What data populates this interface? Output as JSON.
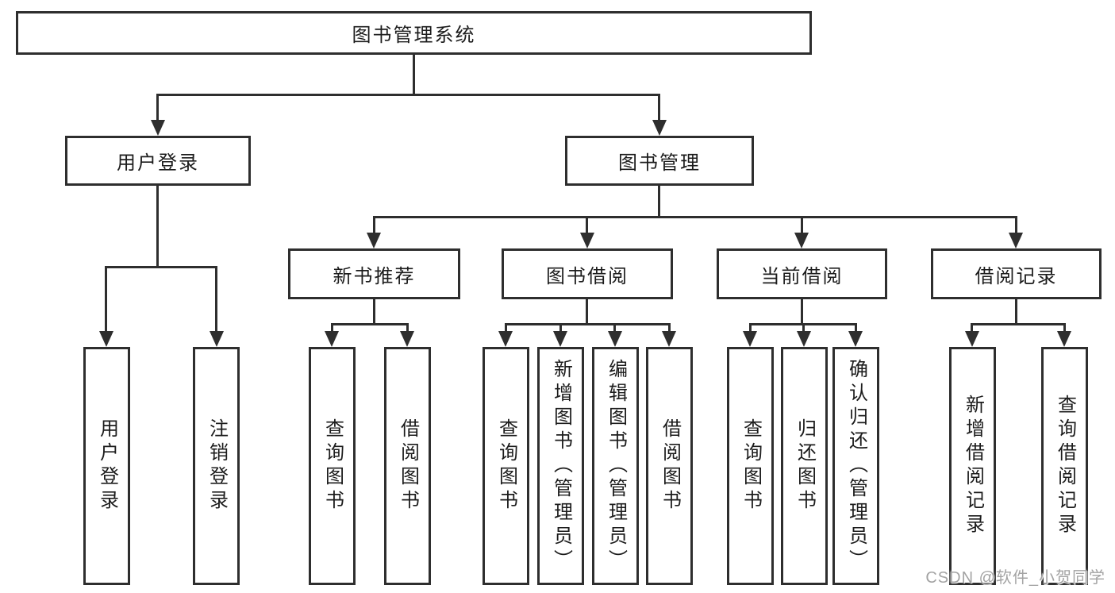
{
  "tree": {
    "root": {
      "label": "图书管理系统",
      "children": [
        {
          "label": "用户登录",
          "children": [
            {
              "label": "用户登录"
            },
            {
              "label": "注销登录"
            }
          ]
        },
        {
          "label": "图书管理",
          "children": [
            {
              "label": "新书推荐",
              "children": [
                {
                  "label": "查询图书"
                },
                {
                  "label": "借阅图书"
                }
              ]
            },
            {
              "label": "图书借阅",
              "children": [
                {
                  "label": "查询图书"
                },
                {
                  "label": "新增图书（管理员）"
                },
                {
                  "label": "编辑图书（管理员）"
                },
                {
                  "label": "借阅图书"
                }
              ]
            },
            {
              "label": "当前借阅",
              "children": [
                {
                  "label": "查询图书"
                },
                {
                  "label": "归还图书"
                },
                {
                  "label": "确认归还（管理员）"
                }
              ]
            },
            {
              "label": "借阅记录",
              "children": [
                {
                  "label": "新增借阅记录"
                },
                {
                  "label": "查询借阅记录"
                }
              ]
            }
          ]
        }
      ]
    }
  },
  "watermark": "CSDN @软件_小贺同学",
  "colors": {
    "line": "#2e2e2e",
    "text": "#1c1c1c",
    "watermark": "#a3a3a3",
    "bg": "#ffffff"
  }
}
